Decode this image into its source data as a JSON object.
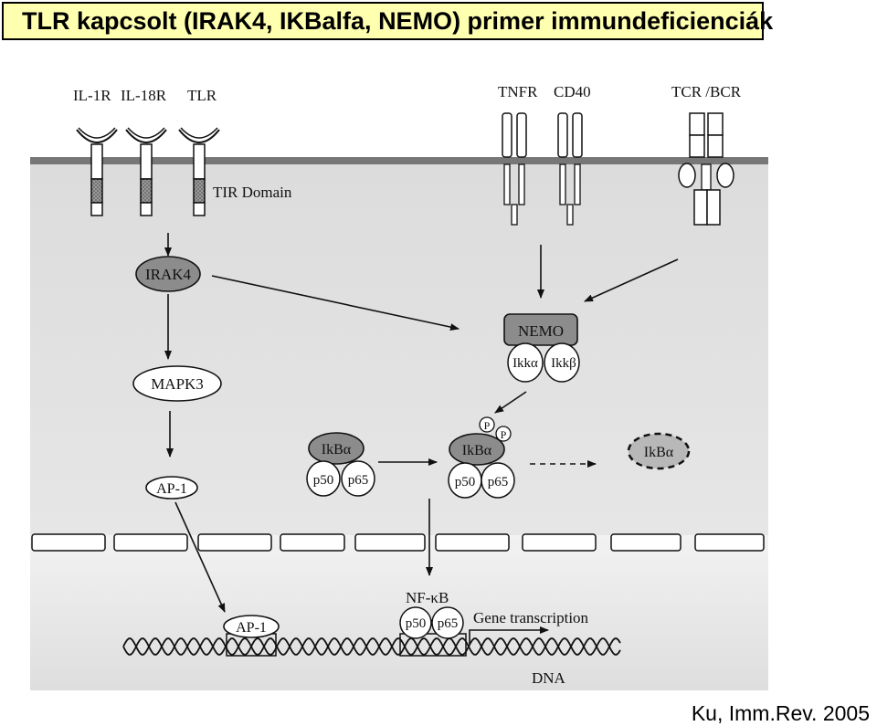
{
  "title": "TLR kapcsolt (IRAK4, IKBalfa, NEMO) primer immundeficienciák",
  "citation": "Ku, Imm.Rev. 2005",
  "receptors": {
    "il1r": "IL-1R",
    "il18r": "IL-18R",
    "tlr": "TLR",
    "tnfr": "TNFR",
    "cd40": "CD40",
    "tcr_bcr": "TCR /BCR",
    "tir_domain": "TIR Domain"
  },
  "nodes": {
    "irak4": "IRAK4",
    "mapk3": "MAPK3",
    "ap1": "AP-1",
    "ap1_dna": "AP-1",
    "nemo": "NEMO",
    "ikka": "Ikkα",
    "ikkb": "Ikkβ",
    "ikba_1": "IkBα",
    "p50_1": "p50",
    "p65_1": "p65",
    "ikba_2": "IkBα",
    "p50_2": "p50",
    "p65_2": "p65",
    "phos_a": "P",
    "phos_b": "P",
    "ikba_degraded": "IkBα",
    "nfkb": "NF-κB",
    "p50_3": "p50",
    "p65_3": "p65",
    "gene_transcription": "Gene transcription",
    "dna": "DNA"
  },
  "colors": {
    "title_bg": "#ffffb0",
    "membrane": "#777777",
    "irak4_fill": "#8c8c8c",
    "nemo_fill": "#8c8c8c",
    "ikba_fill": "#8c8c8c"
  }
}
